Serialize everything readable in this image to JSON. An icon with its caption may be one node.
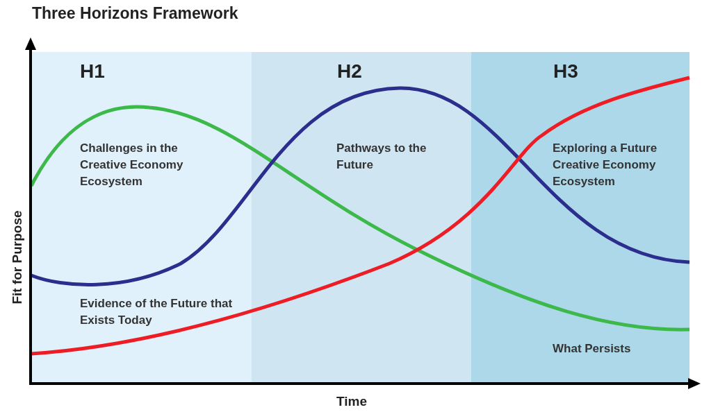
{
  "diagram": {
    "title": "Three Horizons Framework",
    "labels": [
      "H1",
      "H2",
      "H3",
      "Challenges in the Creative Economy Ecosystem",
      "Pathways to the Future",
      "Exploring a Future Creative Economy Ecosystem",
      "Evidence of the Future that Exists Today",
      "What Persists",
      "Fit for Purpose",
      "Time"
    ]
  }
}
